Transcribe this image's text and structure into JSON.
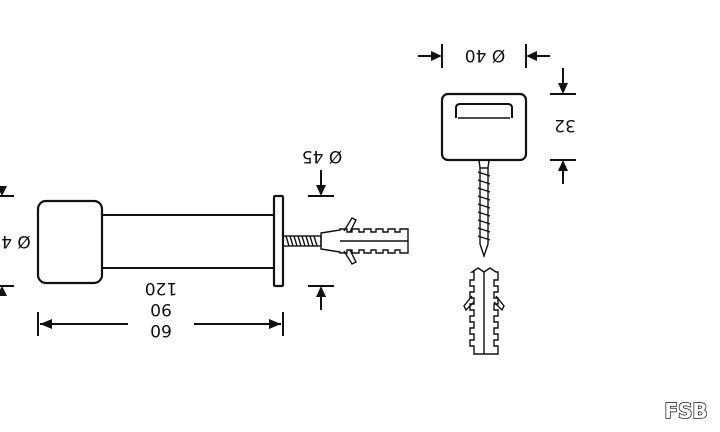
{
  "dimensions": {
    "mount_diameter": "Ø 40",
    "mount_height": "32",
    "rosette_diameter": "Ø 45",
    "body_diameter_partial": "Ø 4",
    "projection_lengths": [
      "60",
      "90",
      "120"
    ]
  },
  "brand": {
    "logo_text": "FSB"
  }
}
